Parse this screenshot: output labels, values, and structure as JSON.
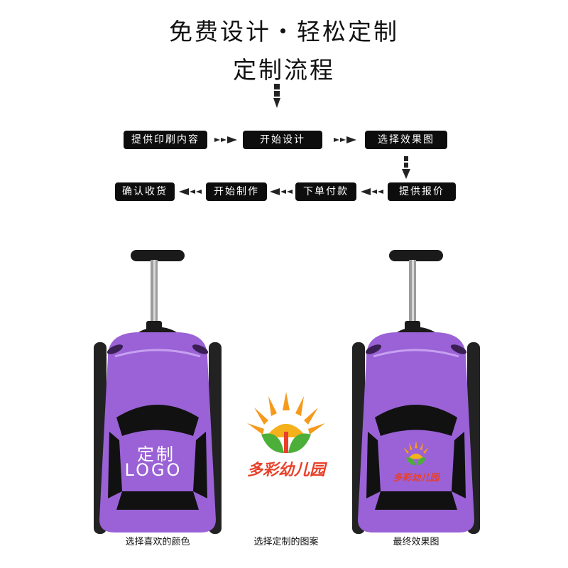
{
  "header": {
    "title": "免费设计・轻松定制",
    "subtitle": "定制流程"
  },
  "flow": {
    "row1": [
      "提供印刷内容",
      "开始设计",
      "选择效果图"
    ],
    "row2": [
      "确认收货",
      "开始制作",
      "下单付款",
      "提供报价"
    ]
  },
  "showcase": {
    "left": {
      "overlay_line1": "定制",
      "overlay_line2": "LOGO",
      "caption": "选择喜欢的颜色"
    },
    "middle": {
      "logo_text": "多彩幼儿园",
      "caption": "选择定制的图案"
    },
    "right": {
      "logo_text": "多彩幼儿园",
      "caption": "最终效果图"
    }
  },
  "colors": {
    "case_purple": "#9a62d6",
    "step_bg": "#0d0d0d",
    "logo_red": "#e8402a",
    "logo_green": "#4caf3a",
    "logo_orange": "#f59a1b"
  }
}
